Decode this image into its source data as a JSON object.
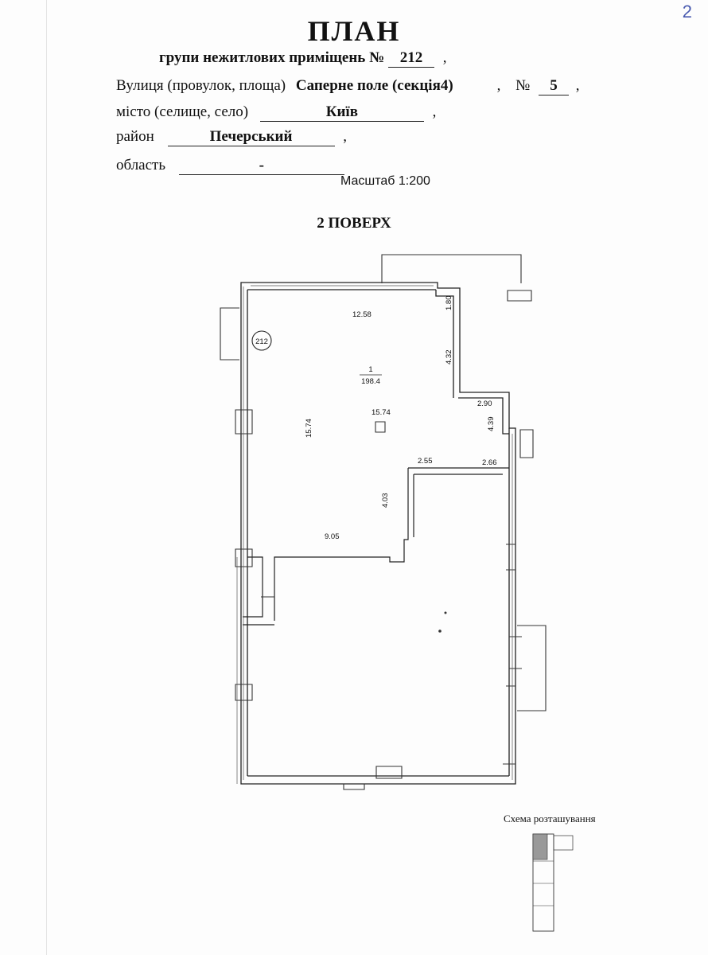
{
  "page_mark": "2",
  "header": {
    "title": "ПЛАН",
    "line1_label": "групи нежитлових приміщень №",
    "line1_value": "212",
    "street_label": "Вулиця (провулок, площа)",
    "street_value": "Саперне поле (секція4)",
    "house_label": "№",
    "house_value": "5",
    "city_label": "місто (селище, село)",
    "city_value": "Київ",
    "district_label": "район",
    "district_value": "Печерський",
    "region_label": "область",
    "region_value": "-",
    "comma": ",",
    "scale": "Масштаб 1:200"
  },
  "floor_label": "2 ПОВЕРХ",
  "plan": {
    "unit_badge": "212",
    "room_number": "1",
    "room_area": "198.4",
    "dimensions": {
      "top_width": "12.58",
      "notch_top": "1.80",
      "notch_side": "4.32",
      "step_width": "2.90",
      "center_height": "15.74",
      "left_height": "15.74",
      "right_step": "4.39",
      "inner_width": "2.55",
      "right_width": "2.66",
      "inner_height": "4.03",
      "bottom_width": "9.05"
    }
  },
  "scheme": {
    "title": "Схема розташування"
  }
}
